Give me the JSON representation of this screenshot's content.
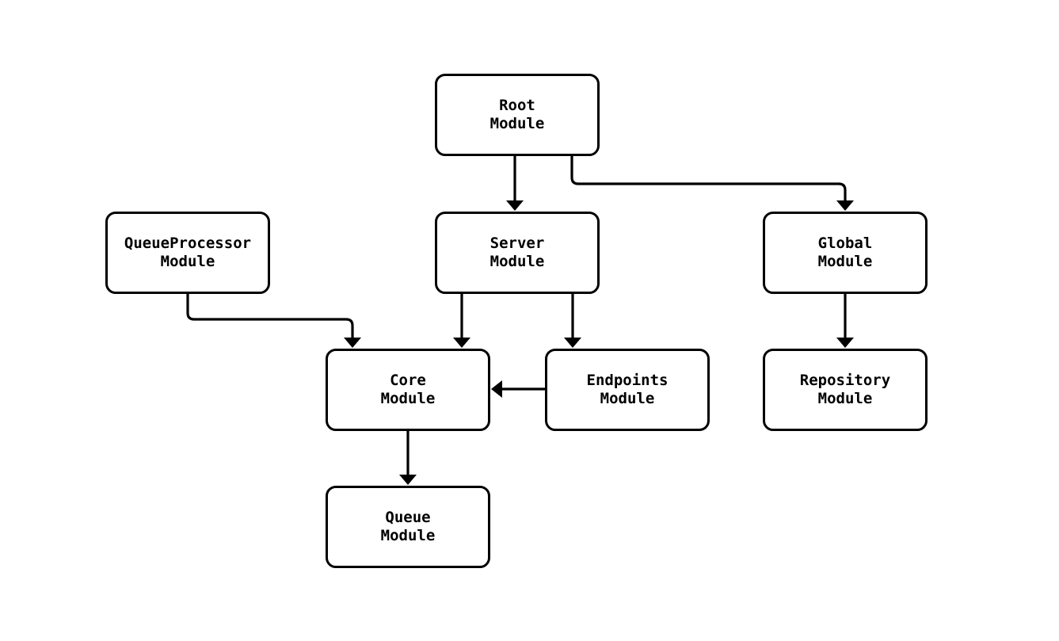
{
  "diagram": {
    "type": "module-dependency-flowchart",
    "nodes": [
      {
        "id": "root",
        "lines": [
          "Root",
          "Module"
        ]
      },
      {
        "id": "server",
        "lines": [
          "Server",
          "Module"
        ]
      },
      {
        "id": "queueprocessor",
        "lines": [
          "QueueProcessor",
          "Module"
        ]
      },
      {
        "id": "global",
        "lines": [
          "Global",
          "Module"
        ]
      },
      {
        "id": "core",
        "lines": [
          "Core",
          "Module"
        ]
      },
      {
        "id": "endpoints",
        "lines": [
          "Endpoints",
          "Module"
        ]
      },
      {
        "id": "repository",
        "lines": [
          "Repository",
          "Module"
        ]
      },
      {
        "id": "queue",
        "lines": [
          "Queue",
          "Module"
        ]
      }
    ],
    "edges": [
      {
        "from": "root",
        "to": "server"
      },
      {
        "from": "root",
        "to": "global"
      },
      {
        "from": "queueprocessor",
        "to": "core"
      },
      {
        "from": "server",
        "to": "core"
      },
      {
        "from": "server",
        "to": "endpoints"
      },
      {
        "from": "endpoints",
        "to": "core"
      },
      {
        "from": "global",
        "to": "repository"
      },
      {
        "from": "core",
        "to": "queue"
      }
    ],
    "colors": {
      "background": "#ffffff",
      "node_fill": "#ffffff",
      "node_border": "#000000",
      "edge": "#000000",
      "text": "#000000"
    }
  }
}
